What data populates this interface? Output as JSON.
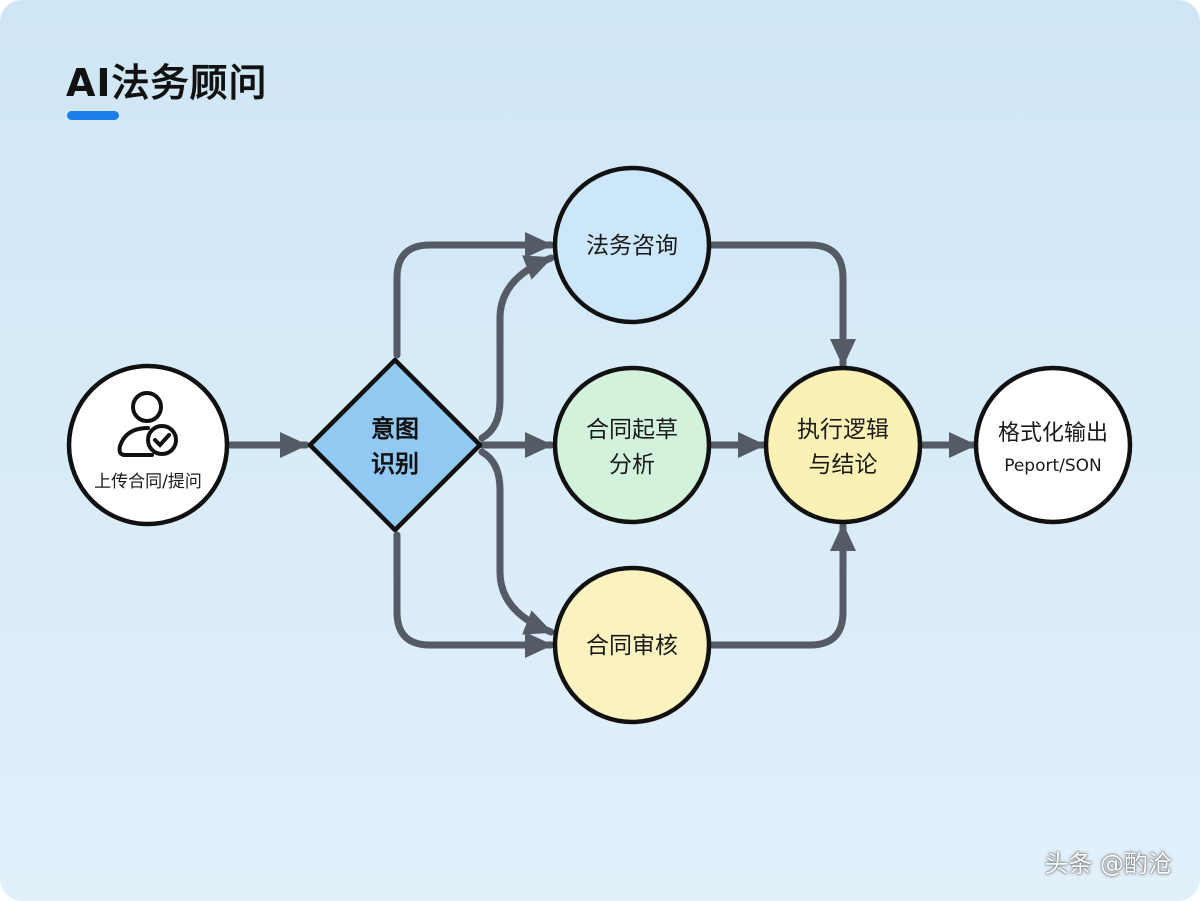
{
  "title": "AI法务顾问",
  "accent_color": "#1a7fe6",
  "nodes": {
    "upload": {
      "label": "上传合同/提问",
      "icon": "user-check-icon"
    },
    "intent": {
      "line1": "意图",
      "line2": "识别"
    },
    "consult": {
      "label": "法务咨询"
    },
    "draft": {
      "line1": "合同起草",
      "line2": "分析"
    },
    "review": {
      "label": "合同审核"
    },
    "execute": {
      "line1": "执行逻辑",
      "line2": "与结论"
    },
    "output": {
      "line1": "格式化输出",
      "line2": "Peport/SON"
    }
  },
  "watermark": "头条 @酌沧"
}
